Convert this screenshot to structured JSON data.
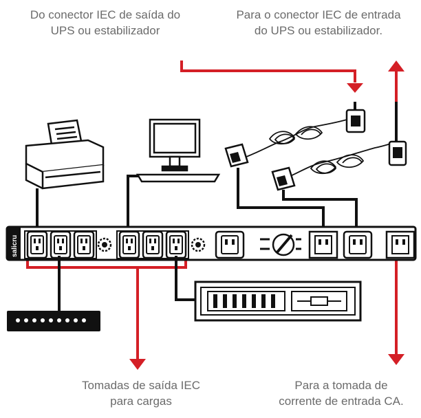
{
  "labels": {
    "source_ups_output": [
      "Do conector IEC de saída do",
      "UPS ou estabilizador"
    ],
    "to_ups_input": [
      "Para o conector IEC de entrada",
      "do UPS ou estabilizador."
    ],
    "outlets_for_loads": [
      "Tomadas de saída IEC",
      "para cargas"
    ],
    "to_mains_input": [
      "Para a tomada de",
      "corrente de entrada CA."
    ]
  },
  "brand": "salicru",
  "colors": {
    "arrow_red": "#d41f26",
    "label_gray": "#6b6b6b",
    "line_black": "#111111"
  }
}
